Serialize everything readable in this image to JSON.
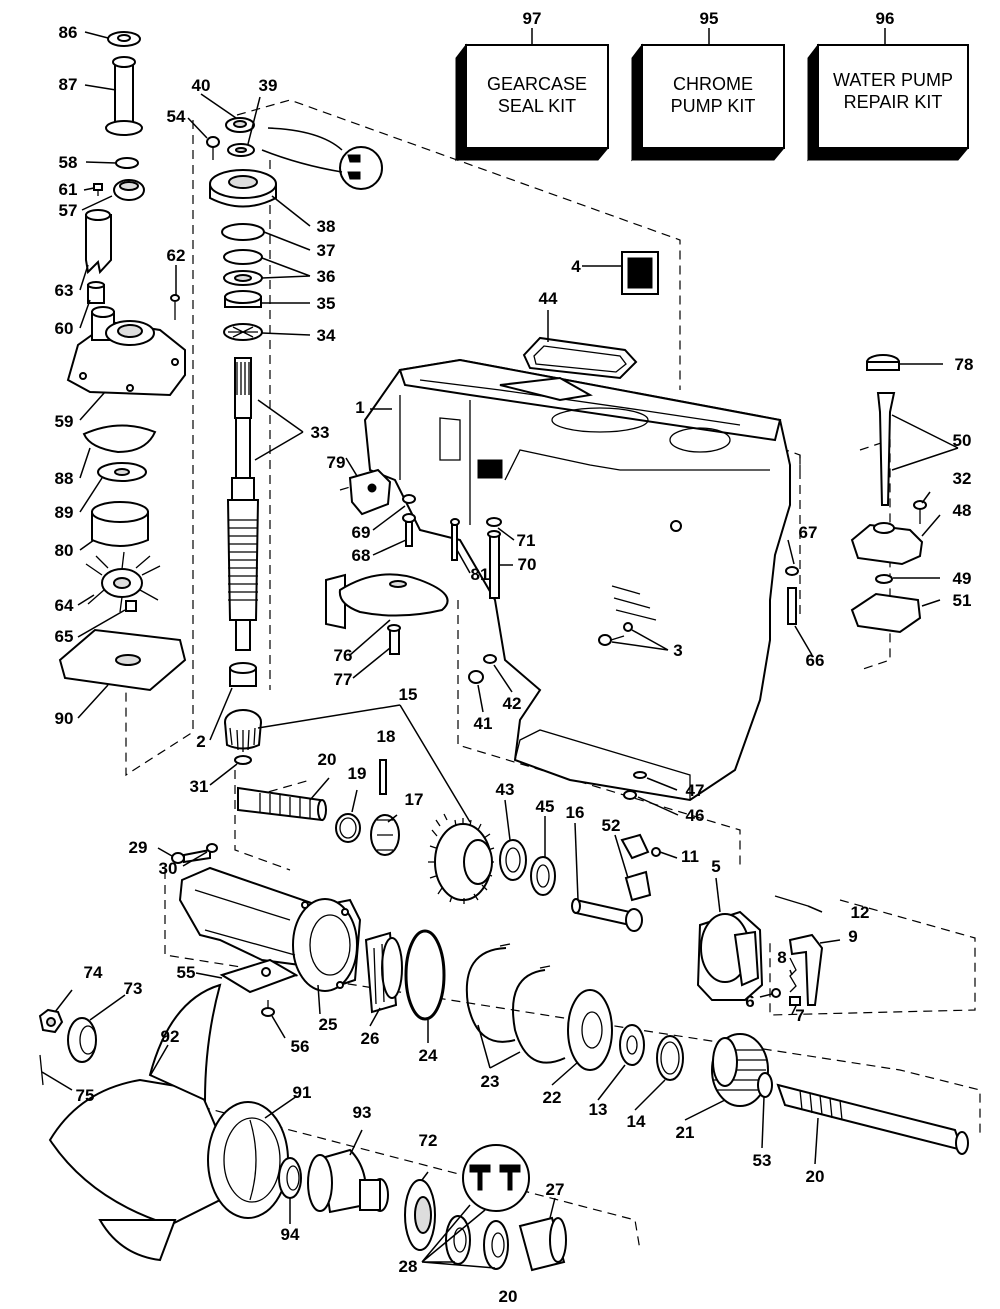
{
  "kits": [
    {
      "number": "97",
      "line1": "GEARCASE",
      "line2": "SEAL KIT"
    },
    {
      "number": "95",
      "line1": "CHROME",
      "line2": "PUMP KIT"
    },
    {
      "number": "96",
      "line1": "WATER PUMP",
      "line2": "REPAIR KIT"
    }
  ],
  "callouts": [
    "1",
    "2",
    "3",
    "4",
    "5",
    "6",
    "7",
    "8",
    "9",
    "11",
    "12",
    "13",
    "14",
    "15",
    "16",
    "17",
    "18",
    "19",
    "20",
    "20",
    "20",
    "21",
    "22",
    "23",
    "24",
    "25",
    "26",
    "27",
    "28",
    "29",
    "30",
    "31",
    "32",
    "33",
    "34",
    "35",
    "36",
    "37",
    "38",
    "39",
    "40",
    "41",
    "42",
    "43",
    "44",
    "45",
    "46",
    "47",
    "48",
    "49",
    "50",
    "51",
    "52",
    "53",
    "54",
    "55",
    "56",
    "57",
    "58",
    "59",
    "60",
    "61",
    "62",
    "63",
    "64",
    "65",
    "66",
    "67",
    "68",
    "69",
    "70",
    "71",
    "72",
    "73",
    "74",
    "75",
    "76",
    "77",
    "78",
    "79",
    "80",
    "81",
    "86",
    "87",
    "88",
    "89",
    "90",
    "91",
    "92",
    "93",
    "94"
  ],
  "page_number": "20"
}
